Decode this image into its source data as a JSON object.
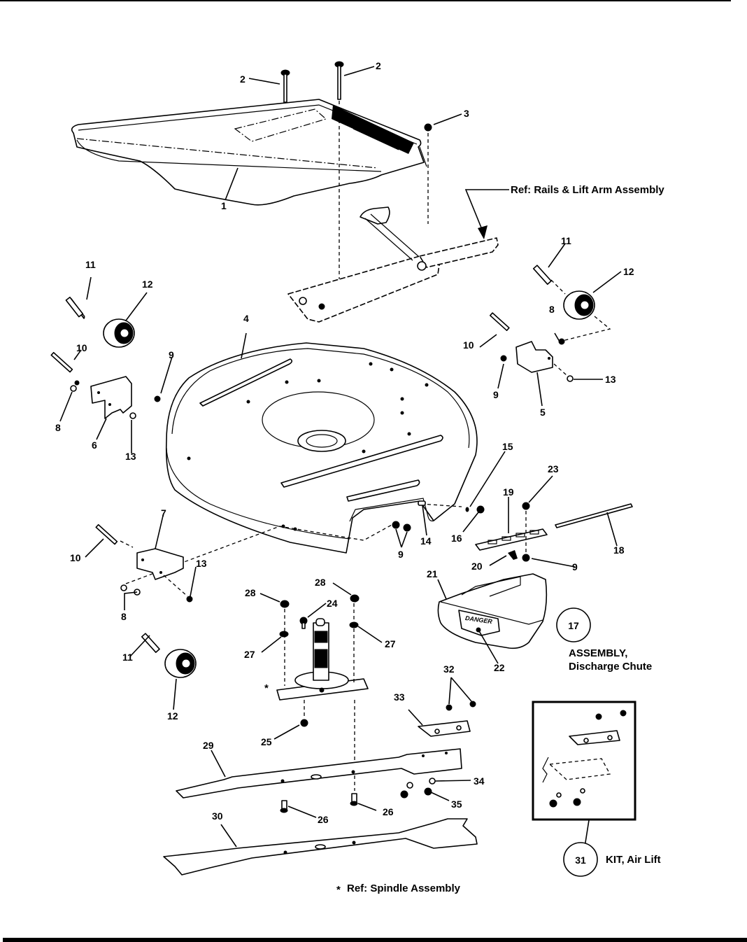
{
  "document": {
    "type": "exploded parts diagram",
    "subject": "Mower deck assembly"
  },
  "callouts": [
    {
      "id": "c1",
      "label": "1"
    },
    {
      "id": "c2a",
      "label": "2"
    },
    {
      "id": "c2b",
      "label": "2"
    },
    {
      "id": "c3",
      "label": "3"
    },
    {
      "id": "c4",
      "label": "4"
    },
    {
      "id": "c5",
      "label": "5"
    },
    {
      "id": "c6",
      "label": "6"
    },
    {
      "id": "c7",
      "label": "7"
    },
    {
      "id": "c8a",
      "label": "8"
    },
    {
      "id": "c8b",
      "label": "8"
    },
    {
      "id": "c8c",
      "label": "8"
    },
    {
      "id": "c9a",
      "label": "9"
    },
    {
      "id": "c9b",
      "label": "9"
    },
    {
      "id": "c9c",
      "label": "9"
    },
    {
      "id": "c9d",
      "label": "9"
    },
    {
      "id": "c10a",
      "label": "10"
    },
    {
      "id": "c10b",
      "label": "10"
    },
    {
      "id": "c10c",
      "label": "10"
    },
    {
      "id": "c11a",
      "label": "11"
    },
    {
      "id": "c11b",
      "label": "11"
    },
    {
      "id": "c11c",
      "label": "11"
    },
    {
      "id": "c12a",
      "label": "12"
    },
    {
      "id": "c12b",
      "label": "12"
    },
    {
      "id": "c12c",
      "label": "12"
    },
    {
      "id": "c13a",
      "label": "13"
    },
    {
      "id": "c13b",
      "label": "13"
    },
    {
      "id": "c13c",
      "label": "13"
    },
    {
      "id": "c14",
      "label": "14"
    },
    {
      "id": "c15",
      "label": "15"
    },
    {
      "id": "c16",
      "label": "16"
    },
    {
      "id": "c18",
      "label": "18"
    },
    {
      "id": "c19",
      "label": "19"
    },
    {
      "id": "c20",
      "label": "20"
    },
    {
      "id": "c21",
      "label": "21"
    },
    {
      "id": "c22",
      "label": "22"
    },
    {
      "id": "c23",
      "label": "23"
    },
    {
      "id": "c24",
      "label": "24"
    },
    {
      "id": "c25",
      "label": "25"
    },
    {
      "id": "c26a",
      "label": "26"
    },
    {
      "id": "c26b",
      "label": "26"
    },
    {
      "id": "c27a",
      "label": "27"
    },
    {
      "id": "c27b",
      "label": "27"
    },
    {
      "id": "c28a",
      "label": "28"
    },
    {
      "id": "c28b",
      "label": "28"
    },
    {
      "id": "c29",
      "label": "29"
    },
    {
      "id": "c30",
      "label": "30"
    },
    {
      "id": "c32",
      "label": "32"
    },
    {
      "id": "c33",
      "label": "33"
    },
    {
      "id": "c34",
      "label": "34"
    },
    {
      "id": "c35",
      "label": "35"
    }
  ],
  "references": {
    "rails_lift_arm": "Ref: Rails & Lift Arm Assembly",
    "spindle_asterisk": "*",
    "spindle_marker": "*",
    "spindle": "Ref: Spindle Assembly"
  },
  "assemblies": {
    "discharge_chute": {
      "number": "17",
      "line1": "ASSEMBLY,",
      "line2": "Discharge Chute"
    },
    "air_lift_kit": {
      "number": "31",
      "label": "KIT, Air Lift"
    }
  },
  "decal": {
    "text": "DANGER"
  }
}
